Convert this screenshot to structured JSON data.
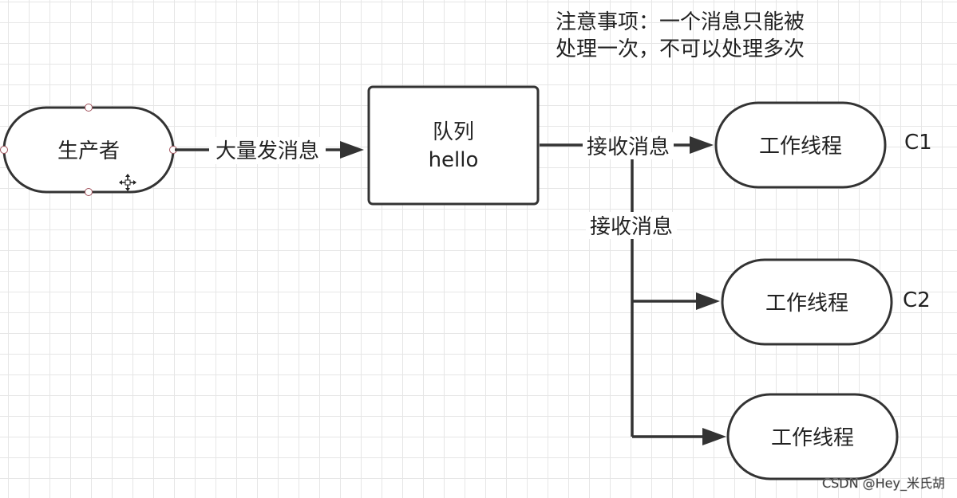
{
  "note": {
    "line1": "注意事项：一个消息只能被",
    "line2": "处理一次，不可以处理多次"
  },
  "producer": {
    "label": "生产者"
  },
  "producer_edge_label": "大量发消息",
  "queue": {
    "line1": "队列",
    "line2": "hello"
  },
  "receive_label_1": "接收消息",
  "receive_label_2": "接收消息",
  "workers": [
    {
      "label": "工作线程",
      "tag": "C1"
    },
    {
      "label": "工作线程",
      "tag": "C2"
    },
    {
      "label": "工作线程"
    }
  ],
  "watermark": "CSDN @Hey_米氏胡"
}
